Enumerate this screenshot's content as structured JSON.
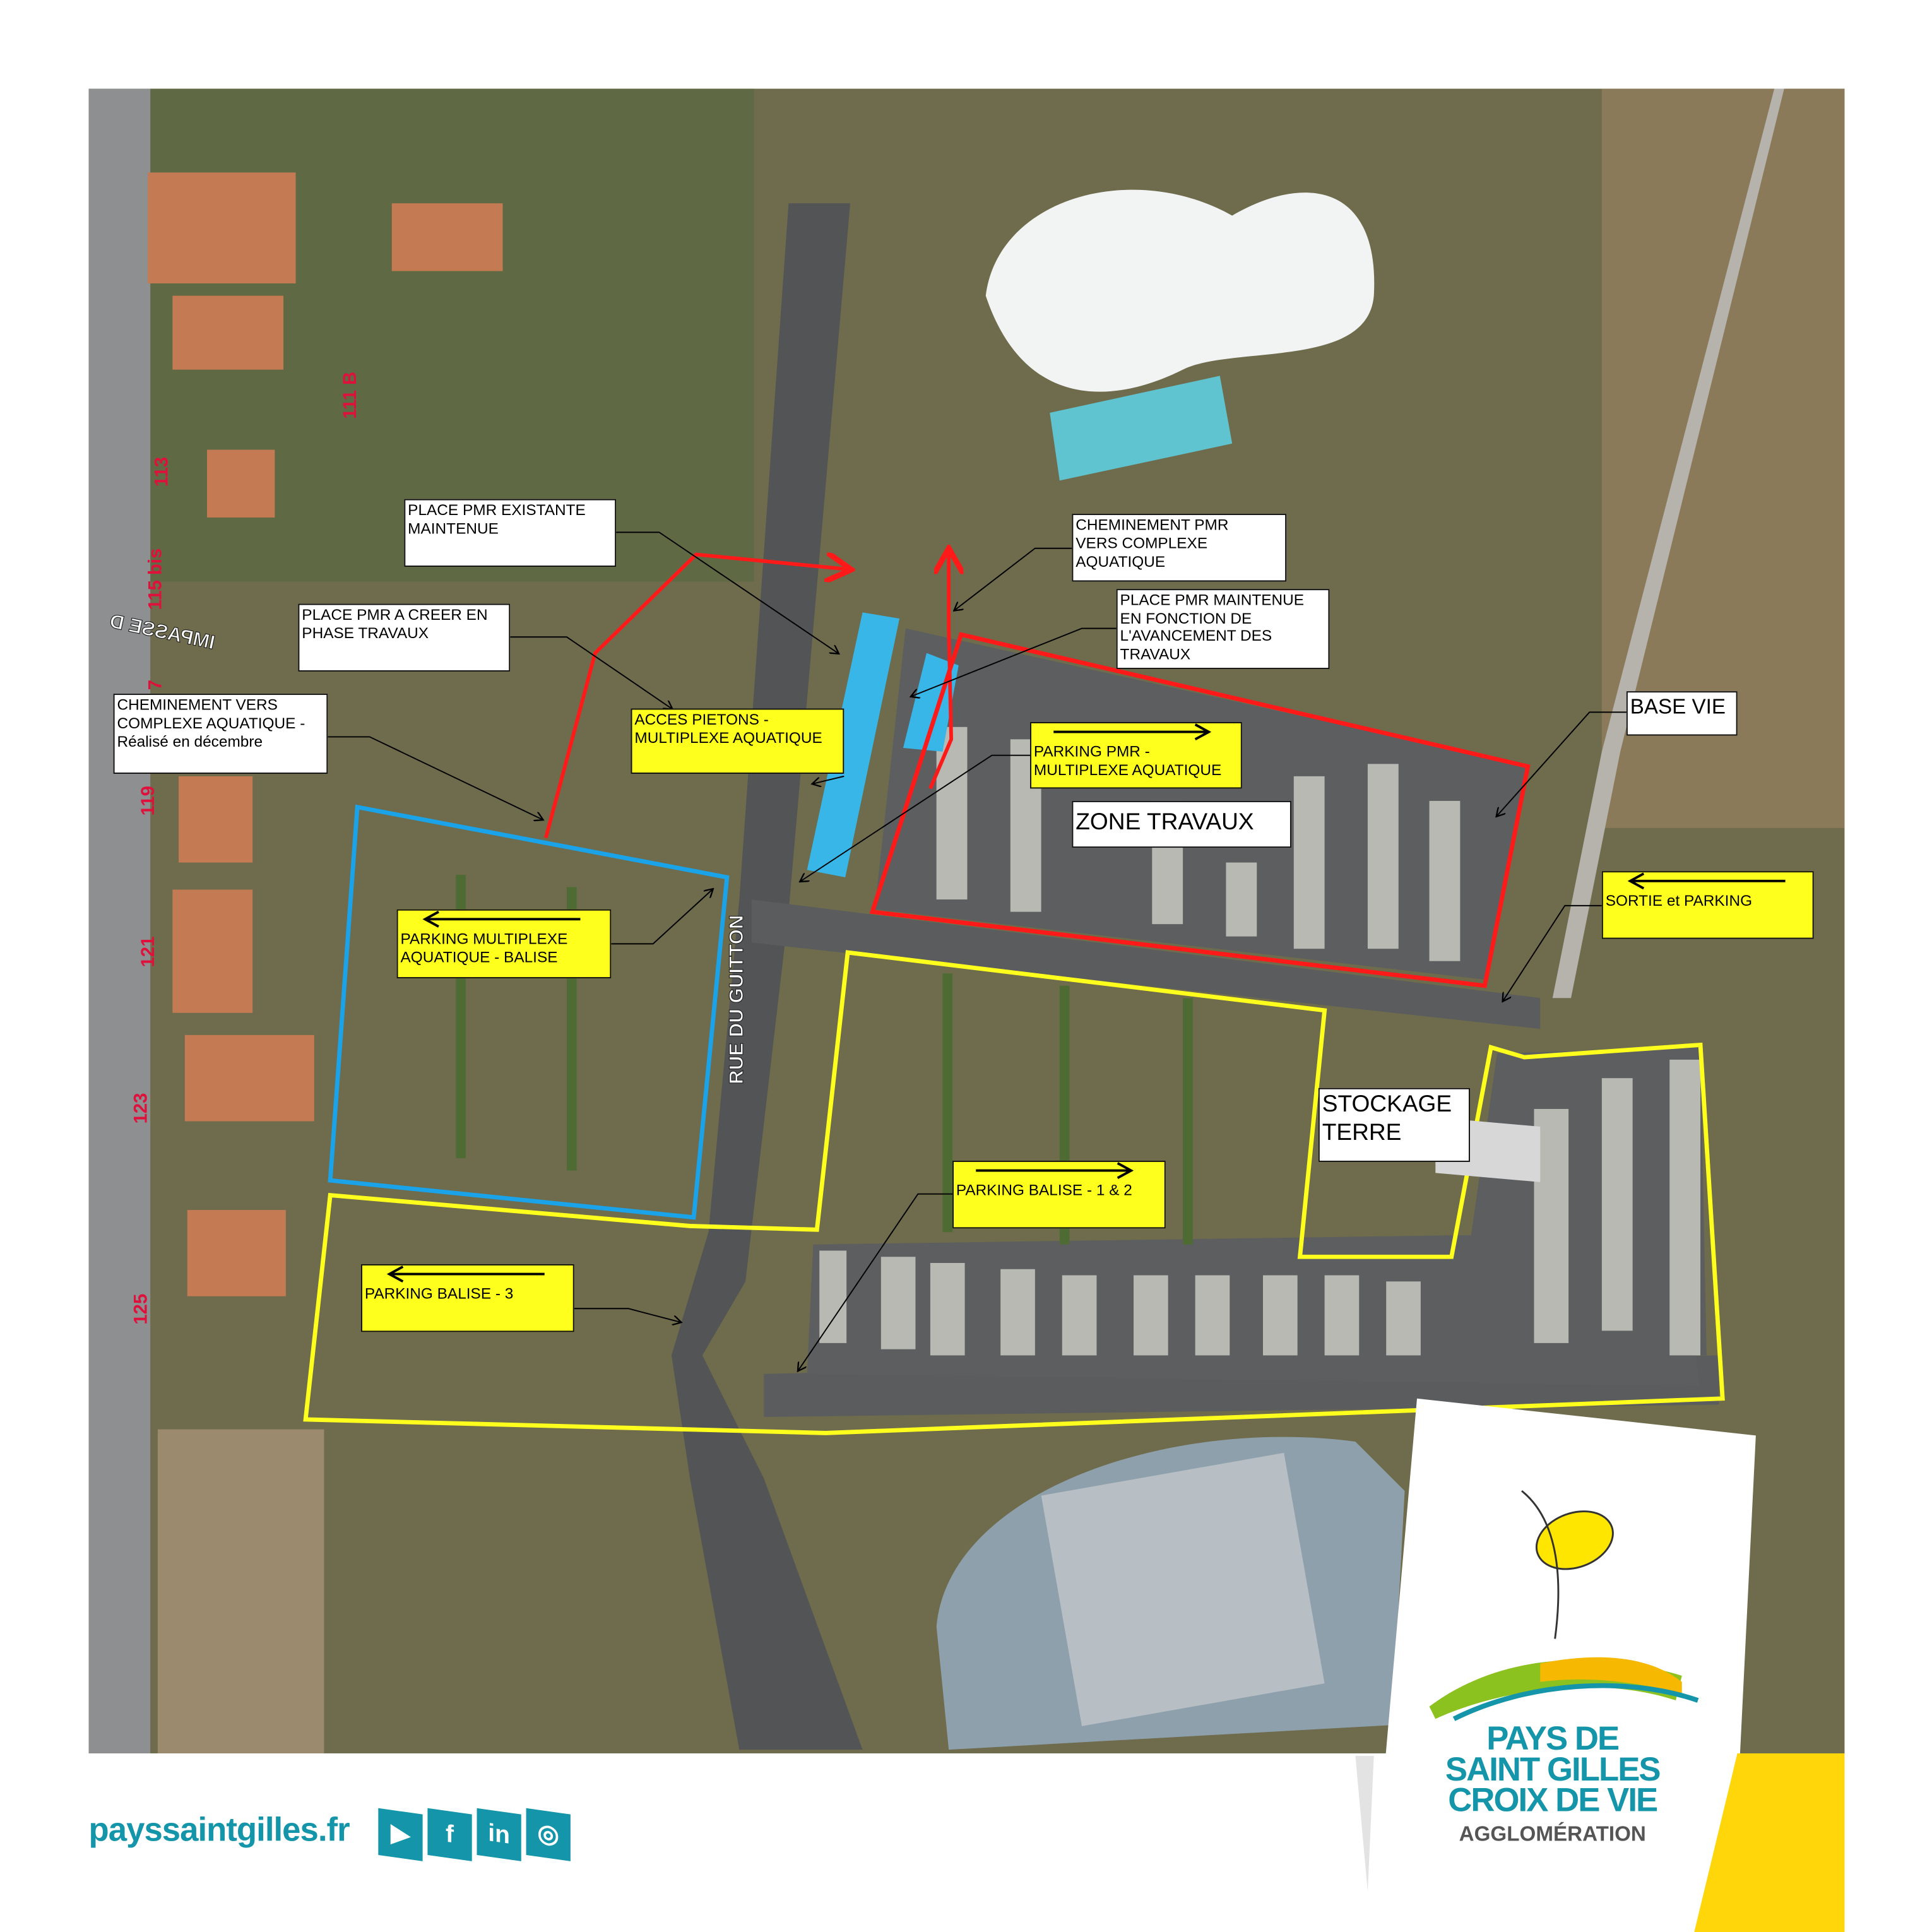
{
  "map": {
    "street_name": "RUE DU GUITTON",
    "impasse_label": "IMPASSE D",
    "house_numbers": [
      "111 B",
      "113",
      "115 bis",
      "7",
      "119",
      "121",
      "123",
      "125"
    ],
    "colors": {
      "zone_travaux": "#ff1a1a",
      "parking_multiplexe": "#1aa3e8",
      "parking_balise": "#ffff1e",
      "pmr_places": "#38b6e8"
    }
  },
  "labels": {
    "place_pmr_existante": "PLACE PMR EXISTANTE\nMAINTENUE",
    "place_pmr_creer": "PLACE PMR A CREER EN\nPHASE TRAVAUX",
    "cheminement_vers": "CHEMINEMENT VERS\nCOMPLEXE AQUATIQUE -\nRéalisé en décembre",
    "acces_pietons": "ACCES PIETONS -\nMULTIPLEXE AQUATIQUE",
    "cheminement_pmr": "CHEMINEMENT PMR\nVERS COMPLEXE\nAQUATIQUE",
    "place_pmr_maintenue": "PLACE PMR MAINTENUE\nEN FONCTION DE\nL'AVANCEMENT DES\nTRAVAUX",
    "parking_pmr": "PARKING PMR -\nMULTIPLEXE AQUATIQUE",
    "zone_travaux": "ZONE TRAVAUX",
    "base_vie": "BASE VIE",
    "sortie_parking": "SORTIE et PARKING",
    "parking_multiplexe_balise": "PARKING MULTIPLEXE\nAQUATIQUE - BALISE",
    "stockage_terre": "STOCKAGE\nTERRE",
    "parking_balise_12": "PARKING BALISE - 1 & 2",
    "parking_balise_3": "PARKING BALISE - 3"
  },
  "footer": {
    "website": "payssaintgilles.fr",
    "social_icons": [
      "youtube-icon",
      "facebook-icon",
      "linkedin-icon",
      "instagram-icon"
    ],
    "social_glyphs": [
      "▶",
      "f",
      "in",
      "◎"
    ],
    "logo_lines": [
      "PAYS DE",
      "SAINT GILLES",
      "CROIX DE VIE"
    ],
    "logo_subtitle": "AGGLOMÉRATION",
    "brand_color": "#1495a9"
  }
}
